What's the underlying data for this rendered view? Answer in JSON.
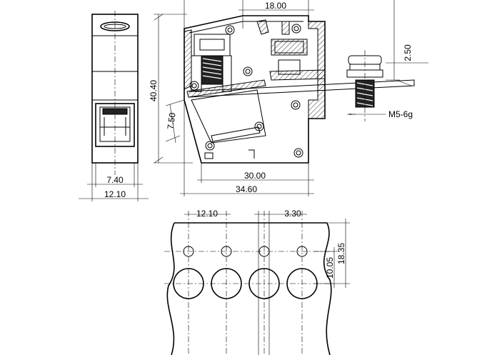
{
  "dimensions": {
    "top_width": "18.00",
    "height": "40.40",
    "offset_right": "2.50",
    "thread": "M5-6g",
    "angle_side": "7.50",
    "side_inner_width": "7.40",
    "side_outer_width": "12.10",
    "base_inner": "30.00",
    "base_outer": "34.60",
    "pitch": "12.10",
    "hole_offset": "3.30",
    "row_spacing": "10.05",
    "total_spacing": "18.35"
  },
  "pcb_layout": {
    "small_holes": 4,
    "large_holes": 4
  }
}
